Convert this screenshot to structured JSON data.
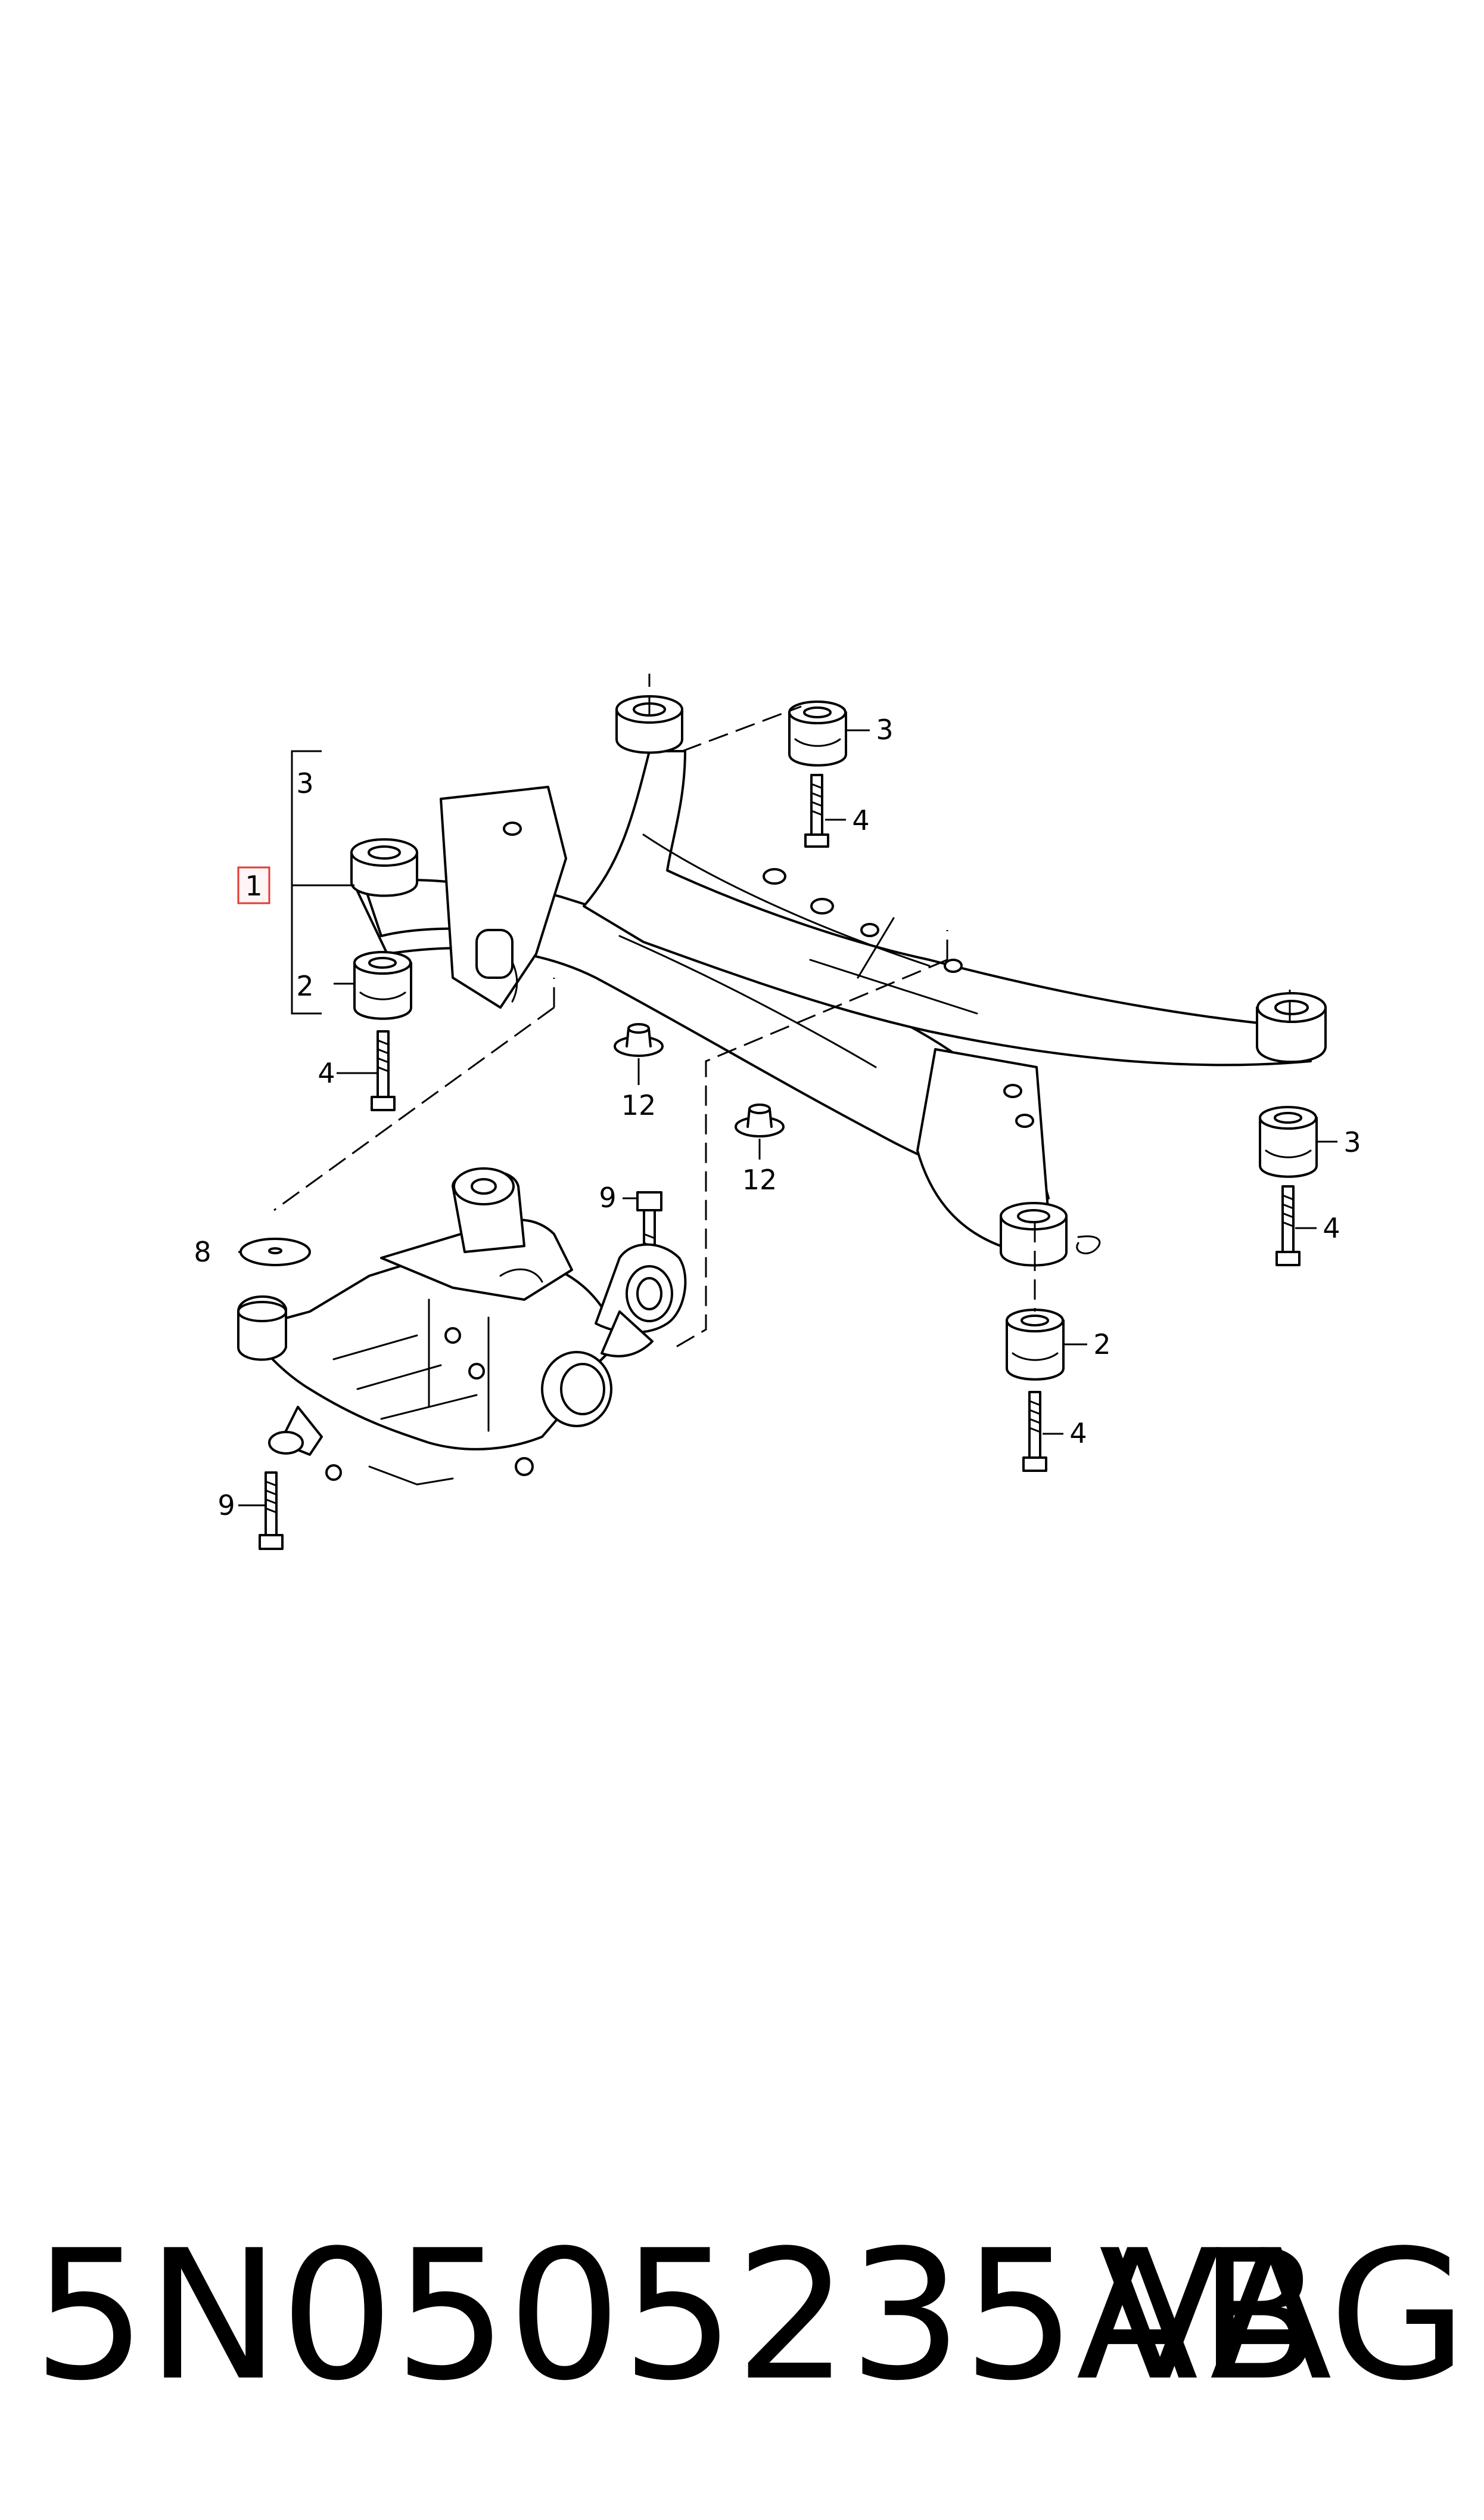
{
  "callouts": {
    "c1": "1",
    "c2a": "2",
    "c2b": "2",
    "c3a": "3",
    "c3b": "3",
    "c3c": "3",
    "c4a": "4",
    "c4b": "4",
    "c4c": "4",
    "c4d": "4",
    "c8": "8",
    "c9a": "9",
    "c9b": "9",
    "c12a": "12",
    "c12b": "12"
  },
  "highlight_color": "#e53935",
  "footer": {
    "part_number": "5N0505235AB",
    "brand": "VAG"
  }
}
